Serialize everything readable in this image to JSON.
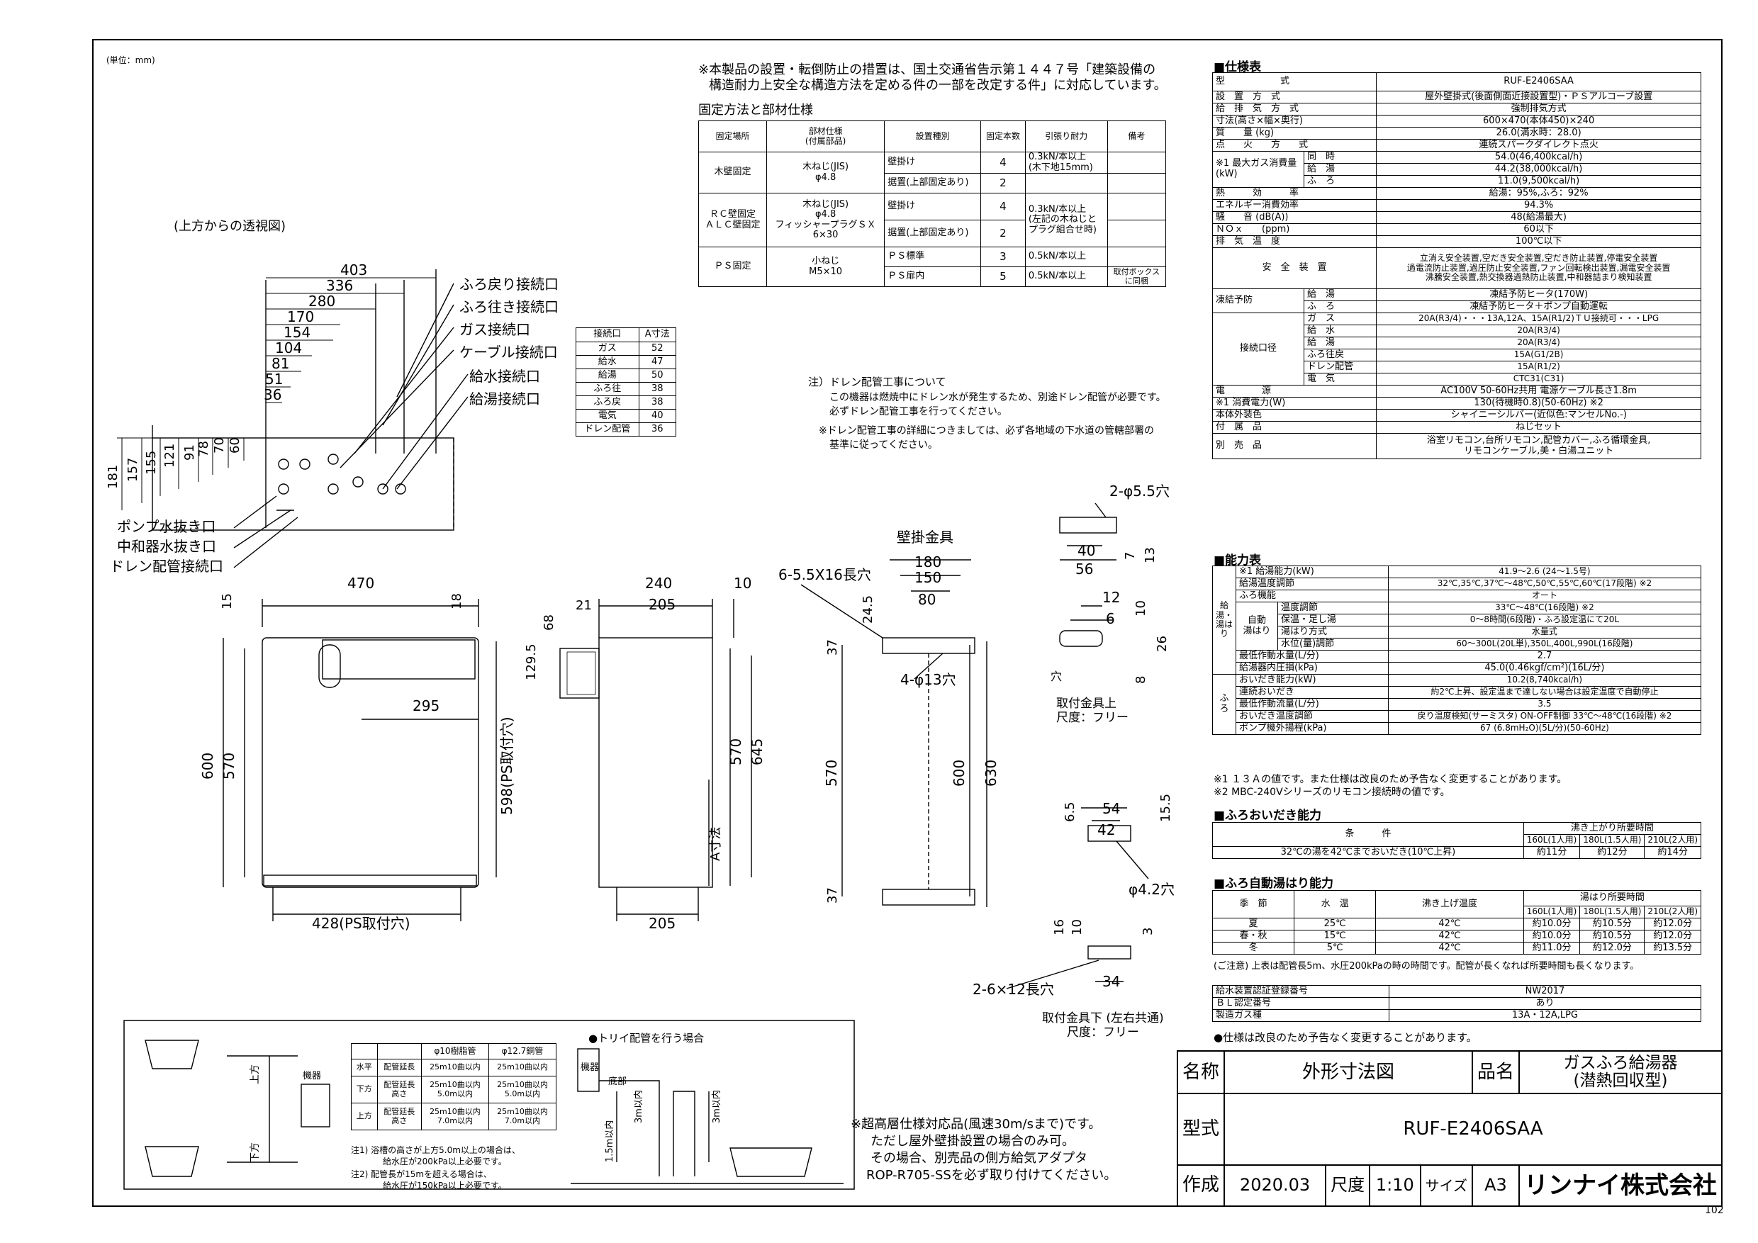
{
  "header": {
    "unit": "(単位：mm)",
    "page_number": "102"
  },
  "notice": {
    "line1": "※本製品の設置・転倒防止の措置は、国土交通省告示第１４４７号「建築設備の",
    "line2": "構造耐力上安全な構造方法を定める件の一部を改定する件」に対応しています。"
  },
  "fix": {
    "title": "固定方法と部材仕様",
    "headers": [
      "固定場所",
      "部材仕様\n(付属部品)",
      "設置種別",
      "固定本数",
      "引張り耐力",
      "備考"
    ],
    "rows": [
      [
        "木壁固定",
        "木ねじ(JIS)\nφ4.8",
        "壁掛け",
        "4",
        "0.3kN/本以上\n(木下地15mm)",
        ""
      ],
      [
        "",
        "",
        "据置(上部固定あり)",
        "2",
        "",
        ""
      ],
      [
        "ＲＣ壁固定\nＡＬＣ壁固定",
        "木ねじ(JIS)\nφ4.8\nフィッシャープラグＳＸ\n6×30",
        "壁掛け",
        "4",
        "0.3kN/本以上\n(左記の木ねじと\nプラグ組合せ時)",
        ""
      ],
      [
        "",
        "",
        "据置(上部固定あり)",
        "2",
        "",
        ""
      ],
      [
        "ＰＳ固定",
        "小ねじ\nM5×10",
        "ＰＳ標準",
        "3",
        "0.5kN/本以上",
        ""
      ],
      [
        "",
        "",
        "ＰＳ扉内",
        "5",
        "0.5kN/本以上",
        "取付ボックス\nに同梱"
      ]
    ]
  },
  "conn_table": {
    "headers": [
      "接続口",
      "A寸法"
    ],
    "rows": [
      [
        "ガス",
        "52"
      ],
      [
        "給水",
        "47"
      ],
      [
        "給湯",
        "50"
      ],
      [
        "ふろ往",
        "38"
      ],
      [
        "ふろ戻",
        "38"
      ],
      [
        "電気",
        "40"
      ],
      [
        "ドレン配管",
        "36"
      ]
    ]
  },
  "drain_note": {
    "title": "注）ドレン配管工事について",
    "l1": "この機器は燃焼中にドレン水が発生するため、別途ドレン配管が必要です。",
    "l2": "必ずドレン配管工事を行ってください。",
    "l3": "※ドレン配管工事の詳細につきましては、必ず各地域の下水道の管轄部署の",
    "l4": "基準に従ってください。"
  },
  "top_view": {
    "title": "(上方からの透視図)",
    "dims": [
      "403",
      "336",
      "280",
      "170",
      "154",
      "104",
      "81",
      "51",
      "36",
      "181",
      "157",
      "155",
      "121",
      "91",
      "78",
      "70",
      "60"
    ],
    "labels": [
      "ふろ戻り接続口",
      "ふろ往き接続口",
      "ガス接続口",
      "ケーブル接続口",
      "給水接続口",
      "給湯接続口",
      "ポンプ水抜き口",
      "中和器水抜き口",
      "ドレン配管接続口"
    ]
  },
  "front_view": {
    "dims": [
      "470",
      "15",
      "18",
      "295",
      "600",
      "570",
      "598(PS取付穴)",
      "428(PS取付穴)"
    ]
  },
  "side_view": {
    "dims": [
      "240",
      "10",
      "21",
      "205",
      "68",
      "129.5",
      "570",
      "645",
      "A寸法",
      "205"
    ]
  },
  "bracket": {
    "title": "壁掛金具",
    "dims": [
      "180",
      "150",
      "80",
      "24.5",
      "37",
      "6-5.5X16長穴",
      "4-φ13穴",
      "570",
      "600",
      "630",
      "37"
    ]
  },
  "detail": {
    "dims": [
      "2-φ5.5穴",
      "40",
      "56",
      "7",
      "13",
      "12",
      "6",
      "10",
      "26",
      "8",
      "穴"
    ],
    "caption1": "取付金具上",
    "caption2": "尺度：フリー",
    "dims2": [
      "6.5",
      "54",
      "42",
      "15.5",
      "φ4.2穴",
      "16",
      "10",
      "3",
      "2-6×12長穴",
      "34"
    ],
    "caption3": "取付金具下 (左右共通)",
    "caption4": "尺度：フリー"
  },
  "pipe_box": {
    "headers": [
      "",
      "",
      "φ10樹脂管",
      "φ12.7銅管"
    ],
    "rows": [
      [
        "水平",
        "配管延長",
        "25m10曲以内",
        "25m10曲以内"
      ],
      [
        "下方",
        "配管延長\n高さ",
        "25m10曲以内\n5.0m以内",
        "25m10曲以内\n5.0m以内"
      ],
      [
        "上方",
        "配管延長\n高さ",
        "25m10曲以内\n7.0m以内",
        "25m10曲以内\n7.0m以内"
      ]
    ],
    "note1": "注1) 浴槽の高さが上方5.0m以上の場合は、",
    "note1b": "給水圧が200kPa以上必要です。",
    "note2": "注2) 配管長が15mを超える場合は、",
    "note2b": "給水圧が150kPa以上必要です。",
    "trap": "●トリイ配管を行う場合",
    "labels": [
      "上方",
      "下方",
      "機器",
      "機器",
      "底部",
      "3m以内",
      "3m以内",
      "1.5m以内"
    ]
  },
  "hp_note": {
    "l1": "※超高層仕様対応品(風速30m/sまで)です。",
    "l2": "ただし屋外壁掛設置の場合のみ可。",
    "l3": "その場合、別売品の側方給気アダプタ",
    "l4": "ROP-R705-SSを必ず取り付けてください。"
  },
  "spec": {
    "title": "■仕様表",
    "rows": [
      [
        "型　　　　　　式",
        "RUF-E2406SAA"
      ],
      [
        "設　置　方　式",
        "屋外壁掛式(後面側面近接設置型)・ＰＳアルコーブ設置"
      ],
      [
        "給　排　気　方　式",
        "強制排気方式"
      ],
      [
        "寸法(高さ×幅×奥行)",
        "600×470(本体450)×240"
      ],
      [
        "質　　量 (kg)",
        "26.0(満水時：28.0)"
      ],
      [
        "点　　火　　方　　式",
        "連続スパークダイレクト点火"
      ]
    ],
    "gas_label": "※1 最大ガス消費量\n(kW)",
    "gas": [
      [
        "同　時",
        "54.0(46,400kcal/h)"
      ],
      [
        "給　湯",
        "44.2(38,000kcal/h)"
      ],
      [
        "ふ　ろ",
        "11.0(9,500kcal/h)"
      ]
    ],
    "rows2": [
      [
        "熱　　　効　　　率",
        "給湯：95%,ふろ：92%"
      ],
      [
        "エネルギー消費効率",
        "94.3%"
      ],
      [
        "騒　　音 (dB(A))",
        "48(給湯最大)"
      ],
      [
        "ＮＯｘ　　(ppm)",
        "60以下"
      ],
      [
        "排　気　温　度",
        "100℃以下"
      ]
    ],
    "safety_label": "安　全　装　置",
    "safety": "立消え安全装置,空だき安全装置,空だき防止装置,停電安全装置\n過電流防止装置,過圧防止安全装置,ファン回転検出装置,漏電安全装置\n沸騰安全装置,熱交換器過熱防止装置,中和器詰まり検知装置",
    "freeze_label": "凍結予防",
    "freeze": [
      [
        "給　湯",
        "凍結予防ヒータ(170W)"
      ],
      [
        "ふ　ろ",
        "凍結予防ヒータ＋ポンプ自動運転"
      ]
    ],
    "conn_label": "接続口径",
    "conn": [
      [
        "ガ　ス",
        "20A(R3/4)・・・13A,12A、15A(R1/2)ＴＵ接続可・・・LPG"
      ],
      [
        "給　水",
        "20A(R3/4)"
      ],
      [
        "給　湯",
        "20A(R3/4)"
      ],
      [
        "ふろ往戻",
        "15A(G1/2B)"
      ],
      [
        "ドレン配管",
        "15A(R1/2)"
      ],
      [
        "電　気",
        "CTC31(C31)"
      ]
    ],
    "rows3": [
      [
        "電　　　　源",
        "AC100V 50-60Hz共用 電源ケーブル長さ1.8m"
      ],
      [
        "※1 消費電力(W)",
        "130(待機時0.8)(50-60Hz) ※2"
      ],
      [
        "本体外装色",
        "シャイニーシルバー(近似色:マンセルNo.-)"
      ],
      [
        "付　属　品",
        "ねじセット"
      ],
      [
        "別　売　品",
        "浴室リモコン,台所リモコン,配管カバー,ふろ循環金具,\nリモコンケーブル,美・白湯ユニット"
      ]
    ]
  },
  "ability": {
    "title": "■能力表",
    "group1": "給湯・湯はり",
    "rows_a": [
      [
        "※1 給湯能力(kW)",
        "41.9～2.6 (24～1.5号)"
      ],
      [
        "給湯温度調節",
        "32℃,35℃,37℃～48℃,50℃,55℃,60℃(17段階) ※2"
      ],
      [
        "ふろ機能",
        "オート"
      ]
    ],
    "auto_label": "自動\n湯はり",
    "auto": [
      [
        "温度調節",
        "33℃～48℃(16段階) ※2"
      ],
      [
        "保温・足し湯",
        "0～8時間(6段階)・ふろ設定温にて20L"
      ],
      [
        "湯はり方式",
        "水量式"
      ],
      [
        "水位(量)調節",
        "60～300L(20L単),350L,400L,990L(16段階)"
      ]
    ],
    "rows_b": [
      [
        "最低作動水量(L/分)",
        "2.7"
      ],
      [
        "給湯器内圧損(kPa)",
        "45.0(0.46kgf/cm²)(16L/分)"
      ]
    ],
    "group2": "ふろ",
    "rows_c": [
      [
        "おいだき能力(kW)",
        "10.2(8,740kcal/h)"
      ],
      [
        "連続おいだき",
        "約2℃上昇、設定温まで達しない場合は設定温度で自動停止"
      ],
      [
        "最低作動流量(L/分)",
        "3.5"
      ],
      [
        "おいだき温度調節",
        "戻り温度検知(サーミスタ) ON-OFF制御 33℃～48℃(16段階) ※2"
      ],
      [
        "ポンプ機外揚程(kPa)",
        "67 (6.8mH₂O)(5L/分)(50-60Hz)"
      ]
    ],
    "note1": "※1 １３Ａの値です。また仕様は改良のため予告なく変更することがあります。",
    "note2": "※2 MBC-240Vシリーズのリモコン接続時の値です。"
  },
  "oidaki": {
    "title": "■ふろおいだき能力",
    "h1": "条　　　件",
    "h2": "沸き上がり所要時間",
    "cols": [
      "160L(1人用)",
      "180L(1.5人用)",
      "210L(2人用)"
    ],
    "row": [
      "32℃の湯を42℃までおいだき(10℃上昇)",
      "約11分",
      "約12分",
      "約14分"
    ]
  },
  "auto_fill": {
    "title": "■ふろ自動湯はり能力",
    "h": [
      "季　節",
      "水　温",
      "沸き上げ温度",
      "湯はり所要時間"
    ],
    "cols": [
      "160L(1人用)",
      "180L(1.5人用)",
      "210L(2人用)"
    ],
    "rows": [
      [
        "夏",
        "25℃",
        "42℃",
        "約10.0分",
        "約10.5分",
        "約12.0分"
      ],
      [
        "春・秋",
        "15℃",
        "42℃",
        "約10.0分",
        "約10.5分",
        "約12.0分"
      ],
      [
        "冬",
        "5℃",
        "42℃",
        "約11.0分",
        "約12.0分",
        "約13.5分"
      ]
    ],
    "note": "(ご注意) 上表は配管長5m、水圧200kPaの時の時間です。配管が長くなれば所要時間も長くなります。"
  },
  "cert": {
    "rows": [
      [
        "給水装置認証登録番号",
        "NW2017"
      ],
      [
        "ＢＬ認定番号",
        "あり"
      ],
      [
        "製造ガス種",
        "13A・12A,LPG"
      ]
    ],
    "note": "●仕様は改良のため予告なく変更することがあります。"
  },
  "title_block": {
    "name_label": "名称",
    "name": "外形寸法図",
    "product_label": "品名",
    "product": "ガスふろ給湯器\n(潜熱回収型)",
    "model_label": "型式",
    "model": "RUF-E2406SAA",
    "made_label": "作成",
    "date": "2020.03",
    "scale_label": "尺度",
    "scale": "1:10",
    "size_label": "サイズ",
    "size": "A3",
    "company": "リンナイ株式会社"
  }
}
